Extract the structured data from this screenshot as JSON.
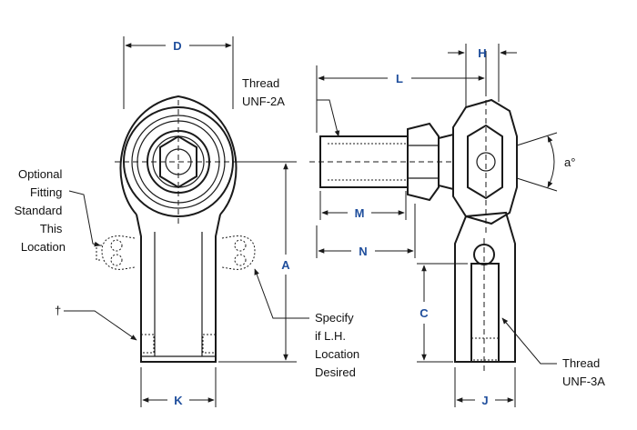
{
  "dimensions": {
    "D": "D",
    "L": "L",
    "H": "H",
    "A": "A",
    "M": "M",
    "N": "N",
    "C": "C",
    "K": "K",
    "J": "J",
    "angle": "a°"
  },
  "callouts": {
    "thread_top": [
      "Thread",
      "UNF-2A"
    ],
    "optional_fitting": [
      "Optional",
      "Fitting",
      "Standard",
      "This",
      "Location"
    ],
    "dagger": "†",
    "specify_lh": [
      "Specify",
      "if L.H.",
      "Location",
      "Desired"
    ],
    "thread_bottom": [
      "Thread",
      "UNF-3A"
    ]
  },
  "colors": {
    "dimension_label": "#1f4e9c",
    "line": "#1a1a1a"
  }
}
